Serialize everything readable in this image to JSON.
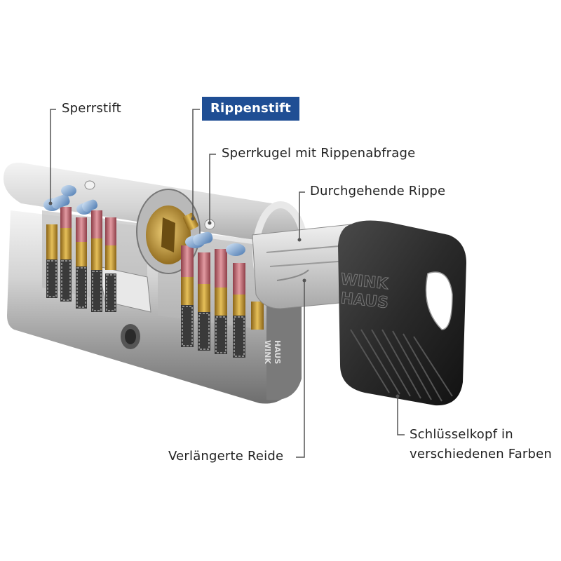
{
  "labels": {
    "sperrstift": "Sperrstift",
    "rippenstift": "Rippenstift",
    "sperrkugel": "Sperrkugel mit Rippenabfrage",
    "durchgehende_rippe": "Durchgehende Rippe",
    "schluesselkopf_line1": "Schlüsselkopf in",
    "schluesselkopf_line2": "verschiedenen Farben",
    "verlaengerte_reide": "Verlängerte Reide"
  },
  "brand": {
    "logo_line1": "WINK",
    "logo_line2": "HAUS"
  },
  "colors": {
    "highlight_bg": "#1f4e94",
    "key_head": "#2b2b2b",
    "cylinder_metal": "#c9c9c9",
    "brass": "#c9a03c",
    "pin_red": "#c76b73",
    "pin_blue": "#7fa8d6"
  }
}
